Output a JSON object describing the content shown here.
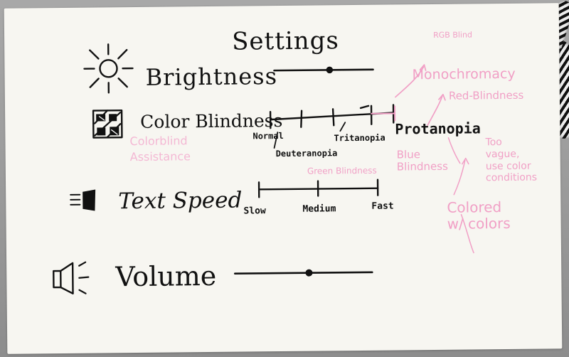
{
  "settings": {
    "title": "Settings",
    "brightness": {
      "label": "Brightness",
      "level": 0.56,
      "icon": "sun-icon"
    },
    "color_blindness": {
      "label": "Color Blindness",
      "icon": "color-blindness-icon",
      "selected_option": "Protanopia",
      "options": [
        "Normal",
        "Deuteranopia",
        "Tritanopia",
        "Protanopia"
      ],
      "assistance_note": "Colorblind\nAssistance",
      "green_blindness_note": "Green Blindness",
      "blue_blindness_note": "Blue\nBlindness",
      "side_notes": {
        "rgb_blind": "RGB Blind",
        "monochromacy": "Monochromacy",
        "red_blindness": "Red-Blindness",
        "too_vague": "Too\nvague,\nuse color\nconditions",
        "colored": "Colored\nw/ colors"
      }
    },
    "text_speed": {
      "label": "Text Speed",
      "icon": "speaker-arrow-icon",
      "options": [
        "Slow",
        "Medium",
        "Fast"
      ],
      "selected_option": "Medium"
    },
    "volume": {
      "label": "Volume",
      "icon": "speaker-icon",
      "level": 0.54
    }
  },
  "colors": {
    "ink": "#111111",
    "paper": "#f7f6f1",
    "annotation_pink": "#f1a0c6"
  }
}
